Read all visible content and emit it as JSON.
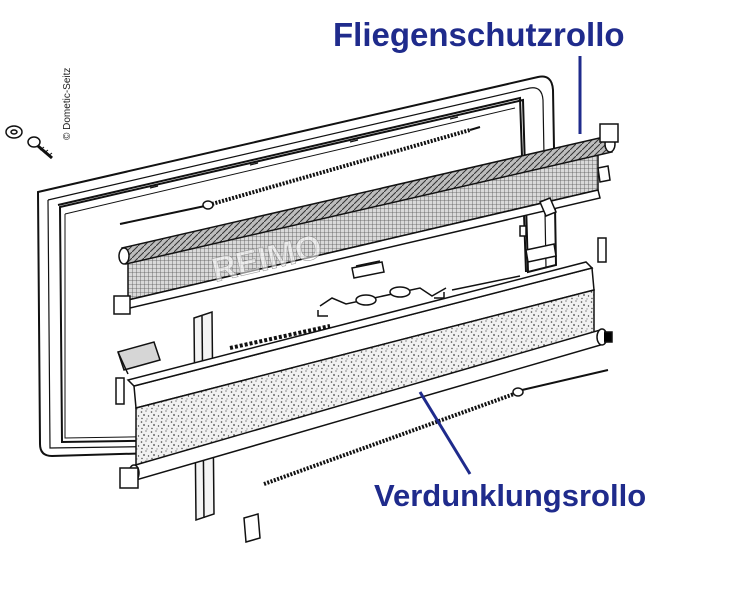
{
  "labels": {
    "fly_screen": "Fliegenschutzrollo",
    "blackout": "Verdunklungsrollo"
  },
  "copyright": "© Dometic-Seitz",
  "watermark": "REIMO",
  "colors": {
    "callout": "#1f2b8c",
    "line_art": "#111111",
    "paper": "#ffffff"
  }
}
